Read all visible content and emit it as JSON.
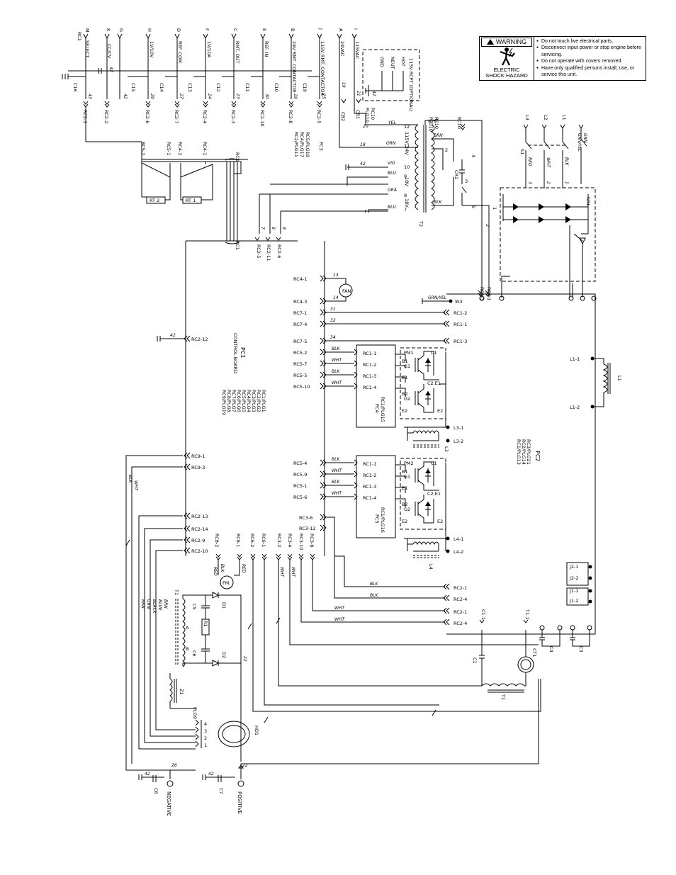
{
  "warning": {
    "header": "WARNING",
    "caption_line1": "ELECTRIC",
    "caption_line2": "SHOCK HAZARD",
    "bullets": [
      "Do not touch live electrical parts.",
      "Disconnect input power or stop engine before servicing.",
      "Do not operate with covers removed.",
      "Have only qualified persons install, use, or service this unit."
    ]
  },
  "remote": {
    "receptacle": "RC1",
    "pins": [
      "M",
      "K",
      "G",
      "H",
      "D",
      "F",
      "C",
      "E",
      "B",
      "J",
      "A",
      "I"
    ],
    "functions": [
      "SELECT",
      "CC/CV",
      "",
      "1V/10V",
      "REF. COM.",
      "1V/10A",
      "RMT. OUT",
      "REF. IN",
      "24V RMT. CONTACTOR",
      "115V RMT. CONTACTOR",
      "24VAC",
      "115VAC"
    ],
    "caps": [
      "C16",
      "C15",
      "C14",
      "C13",
      "C12",
      "C11",
      "C10",
      "C19"
    ],
    "wires": [
      "43",
      "42",
      "29",
      "27",
      "24",
      "23",
      "30",
      "28",
      "25",
      "19",
      "21"
    ],
    "plugs": [
      "RC2-1",
      "RC2-2",
      "RC2-6",
      "RC2-7",
      "RC2-4",
      "RC2-3",
      "RC2-10",
      "RC2-8",
      "RC2-5"
    ]
  },
  "outlet": {
    "labels": [
      "115V RCPT (OPTIONAL)",
      "GND",
      "NEUT",
      "HOT"
    ],
    "wire": "42"
  },
  "pc3": {
    "title": "PC3",
    "plugs": [
      "RC2/PLG11",
      "RC4/PLG17",
      "RC5/PLG18"
    ],
    "rc_labels": [
      "RC5-2",
      "RC5-1",
      "RC4-2",
      "RC4-1",
      "RC1"
    ],
    "thermistors": [
      "RT 2",
      "RT 1"
    ],
    "rc2": [
      "RC2-5",
      "RC2-11",
      "RC2-6"
    ],
    "wires": [
      "7",
      "8",
      "9"
    ]
  },
  "transformer": {
    "name": "T2",
    "plug": "PLG10",
    "rc": [
      "RC10",
      "RC10",
      "PLG10",
      "RC10"
    ],
    "circuit_breakers": [
      "CB1",
      "CB2"
    ],
    "wires": [
      "20",
      "18",
      "42"
    ],
    "colors": [
      "YEL",
      "ORN",
      "VIO",
      "BLU",
      "GRA",
      "BLU",
      "BRN",
      "BLK",
      "WHT"
    ],
    "tap_labels": [
      "115V",
      "24V",
      "18V",
      "18V"
    ],
    "pins": [
      "12",
      "11",
      "10",
      "9",
      "8",
      "7",
      "6",
      "5",
      "4",
      "3",
      "2",
      "1"
    ]
  },
  "input": {
    "lines": [
      "L3",
      "L2",
      "L1"
    ],
    "switch": "S1",
    "colors": [
      "RED",
      "WHT",
      "BLK",
      "GRN/YEL",
      "GRN"
    ],
    "wire_nums": [
      "3",
      "2",
      "1"
    ],
    "rectifier": "SR1",
    "relay": "CR1",
    "relay_wires": [
      "4",
      "5",
      "1",
      "2"
    ]
  },
  "control_board": {
    "name": "PC1",
    "title": "CONTROL BOARD",
    "plugs": [
      "RC1/PLG1",
      "RC2/PLG2",
      "RC3/PLG3",
      "RC4/PLG4",
      "RC5/PLG5",
      "RC6/PLG6",
      "RC7/PLG7",
      "RC8/PLG8",
      "RC9/PLG19"
    ],
    "ground_label": "RC2-12",
    "ground_wire": "42"
  },
  "left_rc": [
    "RC4-1",
    "RC4-3",
    "RC7-1",
    "RC7-4",
    "RC7-5",
    "RC5-2",
    "RC5-7",
    "RC5-5",
    "RC5-10",
    "RC5-4",
    "RC5-9",
    "RC5-1",
    "RC5-6",
    "RC3-6",
    "RC3-12"
  ],
  "left_wires": [
    "13",
    "14",
    "31",
    "32",
    "34"
  ],
  "fan": "FM",
  "fan_label": "FAN",
  "igbt": {
    "pm1": {
      "name": "PM1",
      "board": "PC4",
      "plug": "RC1/PLG15"
    },
    "pm2": {
      "name": "PM2",
      "board": "PC5",
      "plug": "RC1/PLG16"
    },
    "rc1": [
      "RC1-1",
      "RC1-2",
      "RC1-3",
      "RC1-4"
    ],
    "terms": [
      "C1",
      "B1",
      "G1",
      "E1",
      "C2,E1",
      "B2",
      "G2",
      "E2"
    ],
    "colors": [
      "BLK",
      "WHT"
    ]
  },
  "inductors": [
    "L3",
    "L4",
    "L1"
  ],
  "terminals": [
    "W3",
    "RC3-3",
    "RC3-1",
    "RC1-2",
    "RC1-1",
    "RC1-3",
    "L3-1",
    "L3-2",
    "L4-1",
    "L4-2",
    "L1-1",
    "L1-2",
    "J2-1",
    "J2-2",
    "J1-1",
    "J1-2",
    "C1-1",
    "T1-1",
    "CT1",
    "RC2-1",
    "RC2-4"
  ],
  "pc2": {
    "title": "PC2",
    "plugs": [
      "RC1/PLG13",
      "RC2/PLG14",
      "RC3/PLG21"
    ]
  },
  "caps_right": [
    "C4",
    "C3",
    "C1"
  ],
  "output_transformer": "T1",
  "rc_bottom": [
    "RC9-1",
    "RC9-3",
    "RC2-13",
    "RC2-14",
    "RC2-9",
    "RC2-10"
  ],
  "rc_vertical": [
    "RC8-2",
    "RC8-1",
    "RC6-2",
    "RC6-1",
    "RC3-2",
    "RC3-4",
    "RC3-10",
    "RC3-8"
  ],
  "bottom_colors": [
    "BLK",
    "RED",
    "WHT",
    "BLK",
    "BLK",
    "WHT",
    "WHT",
    "BLK",
    "WHT",
    "BRN",
    "GRN",
    "BLACK",
    "BLUE",
    "BLK",
    "RED"
  ],
  "snubber": {
    "diodes": [
      "D1",
      "D2"
    ],
    "caps": [
      "C5",
      "C6"
    ],
    "resistor": "R1",
    "labels": [
      "A",
      "B",
      "B",
      "22"
    ]
  },
  "hall": {
    "name": "HD1",
    "plug": "PLG9",
    "pins": [
      "4",
      "3",
      "2",
      "1"
    ]
  },
  "z1": "Z1",
  "outputs": {
    "negative": "NEGATIVE",
    "positive": "POSITIVE",
    "caps": [
      "C8",
      "C7"
    ],
    "wires": [
      "42",
      "26",
      "42",
      "22"
    ]
  }
}
